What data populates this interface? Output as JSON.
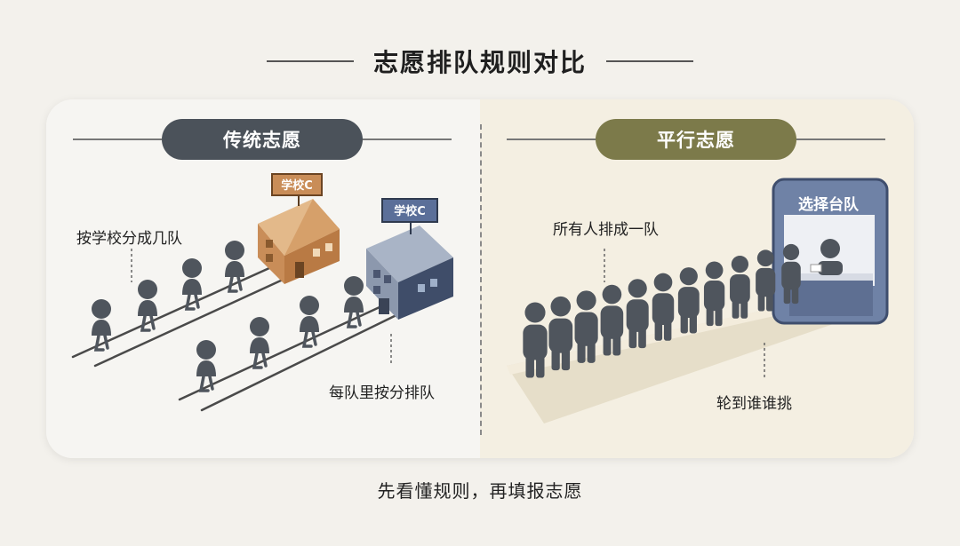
{
  "title": "志愿排队规则对比",
  "left": {
    "header": "传统志愿",
    "note_top": "按学校分成几队",
    "note_bottom": "每队里按分排队",
    "school_signs": [
      "学校C",
      "学校C"
    ]
  },
  "right": {
    "header": "平行志愿",
    "note_top": "所有人排成一队",
    "note_bottom": "轮到谁谁挑",
    "booth_sign": "选择台队"
  },
  "footer": "先看懂规则，再填报志愿",
  "colors": {
    "person": "#4f555d",
    "pill_left": "#4b525a",
    "pill_right": "#7c7a4a",
    "school_brown": "#c98d58",
    "school_blue": "#6f7f99"
  }
}
